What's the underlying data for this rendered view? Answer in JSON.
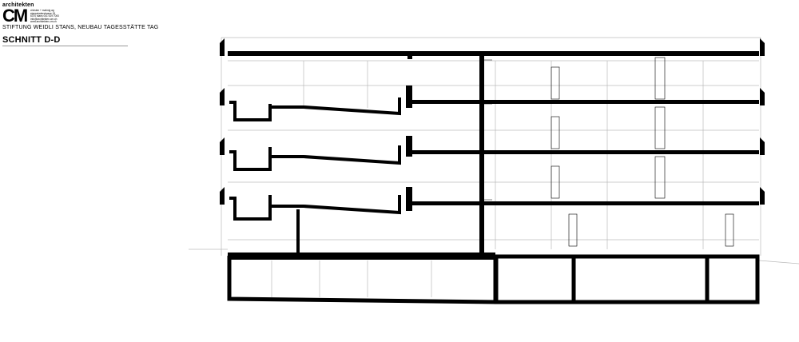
{
  "logo": {
    "wordmark": "architekten",
    "monogram": "CM",
    "address_lines": [
      "christen + mahnig ag",
      "stansstaderstrasse 15",
      "6370 stans 041 619 7000",
      "info@architekten.cm.ch",
      "www.architekten-cm.ch"
    ]
  },
  "project": "STIFTUNG WEIDLI STANS, NEUBAU TAGESSTÄTTE TAG",
  "title": "SCHNITT D-D",
  "colors": {
    "ink": "#000000",
    "fine": "#bbbbbb",
    "rule": "#999999"
  }
}
